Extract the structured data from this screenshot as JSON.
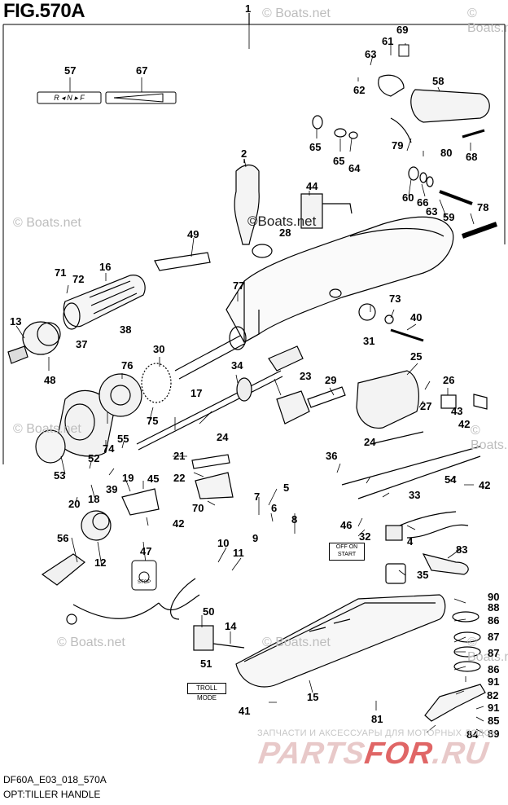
{
  "figure": {
    "title": "FIG.570A",
    "model_code": "DF60A_E03_018_570A",
    "option": "OPT:TILLER HANDLE"
  },
  "watermarks": {
    "repeat": "© Boats.net",
    "center": "©Boats.net"
  },
  "labels": {
    "shift_plate": "R ◂ N ▸ F",
    "troll_mode": "TROLL MODE",
    "switch_plate": "OFF ON START",
    "stop": "STOP"
  },
  "advert": {
    "tagline": "ЗАПЧАСТИ И АКСЕССУАРЫ ДЛЯ МОТОРНЫХ ЛОДОК",
    "logo_left": "PARTS",
    "logo_mid": "FOR",
    "logo_right": ".RU"
  },
  "callouts": [
    {
      "id": "c1",
      "text": "1"
    },
    {
      "id": "c2",
      "text": "2"
    },
    {
      "id": "c4",
      "text": "4"
    },
    {
      "id": "c5",
      "text": "5"
    },
    {
      "id": "c6",
      "text": "6"
    },
    {
      "id": "c7",
      "text": "7"
    },
    {
      "id": "c8",
      "text": "8"
    },
    {
      "id": "c9",
      "text": "9"
    },
    {
      "id": "c10",
      "text": "10"
    },
    {
      "id": "c11",
      "text": "11"
    },
    {
      "id": "c12",
      "text": "12"
    },
    {
      "id": "c13",
      "text": "13"
    },
    {
      "id": "c14",
      "text": "14"
    },
    {
      "id": "c15",
      "text": "15"
    },
    {
      "id": "c16",
      "text": "16"
    },
    {
      "id": "c17",
      "text": "17"
    },
    {
      "id": "c18",
      "text": "18"
    },
    {
      "id": "c19",
      "text": "19"
    },
    {
      "id": "c20",
      "text": "20"
    },
    {
      "id": "c21",
      "text": "21"
    },
    {
      "id": "c22",
      "text": "22"
    },
    {
      "id": "c23",
      "text": "23"
    },
    {
      "id": "c24a",
      "text": "24"
    },
    {
      "id": "c24b",
      "text": "24"
    },
    {
      "id": "c25",
      "text": "25"
    },
    {
      "id": "c26",
      "text": "26"
    },
    {
      "id": "c27",
      "text": "27"
    },
    {
      "id": "c28",
      "text": "28"
    },
    {
      "id": "c29",
      "text": "29"
    },
    {
      "id": "c30",
      "text": "30"
    },
    {
      "id": "c31",
      "text": "31"
    },
    {
      "id": "c32",
      "text": "32"
    },
    {
      "id": "c33",
      "text": "33"
    },
    {
      "id": "c34",
      "text": "34"
    },
    {
      "id": "c35",
      "text": "35"
    },
    {
      "id": "c36",
      "text": "36"
    },
    {
      "id": "c37",
      "text": "37"
    },
    {
      "id": "c38",
      "text": "38"
    },
    {
      "id": "c39",
      "text": "39"
    },
    {
      "id": "c40",
      "text": "40"
    },
    {
      "id": "c41",
      "text": "41"
    },
    {
      "id": "c42a",
      "text": "42"
    },
    {
      "id": "c42b",
      "text": "42"
    },
    {
      "id": "c42c",
      "text": "42"
    },
    {
      "id": "c43",
      "text": "43"
    },
    {
      "id": "c44",
      "text": "44"
    },
    {
      "id": "c45",
      "text": "45"
    },
    {
      "id": "c46",
      "text": "46"
    },
    {
      "id": "c47",
      "text": "47"
    },
    {
      "id": "c48",
      "text": "48"
    },
    {
      "id": "c49",
      "text": "49"
    },
    {
      "id": "c50",
      "text": "50"
    },
    {
      "id": "c51",
      "text": "51"
    },
    {
      "id": "c52",
      "text": "52"
    },
    {
      "id": "c53",
      "text": "53"
    },
    {
      "id": "c54",
      "text": "54"
    },
    {
      "id": "c55",
      "text": "55"
    },
    {
      "id": "c56",
      "text": "56"
    },
    {
      "id": "c57",
      "text": "57"
    },
    {
      "id": "c58",
      "text": "58"
    },
    {
      "id": "c59",
      "text": "59"
    },
    {
      "id": "c60",
      "text": "60"
    },
    {
      "id": "c61",
      "text": "61"
    },
    {
      "id": "c62",
      "text": "62"
    },
    {
      "id": "c63a",
      "text": "63"
    },
    {
      "id": "c63b",
      "text": "63"
    },
    {
      "id": "c64",
      "text": "64"
    },
    {
      "id": "c65a",
      "text": "65"
    },
    {
      "id": "c65b",
      "text": "65"
    },
    {
      "id": "c66",
      "text": "66"
    },
    {
      "id": "c67",
      "text": "67"
    },
    {
      "id": "c68",
      "text": "68"
    },
    {
      "id": "c69",
      "text": "69"
    },
    {
      "id": "c70",
      "text": "70"
    },
    {
      "id": "c71",
      "text": "71"
    },
    {
      "id": "c72",
      "text": "72"
    },
    {
      "id": "c73",
      "text": "73"
    },
    {
      "id": "c74",
      "text": "74"
    },
    {
      "id": "c75",
      "text": "75"
    },
    {
      "id": "c76",
      "text": "76"
    },
    {
      "id": "c77",
      "text": "77"
    },
    {
      "id": "c78",
      "text": "78"
    },
    {
      "id": "c79",
      "text": "79"
    },
    {
      "id": "c80",
      "text": "80"
    },
    {
      "id": "c81",
      "text": "81"
    },
    {
      "id": "c82",
      "text": "82"
    },
    {
      "id": "c83",
      "text": "83"
    },
    {
      "id": "c84",
      "text": "84"
    },
    {
      "id": "c85",
      "text": "85"
    },
    {
      "id": "c86a",
      "text": "86"
    },
    {
      "id": "c86b",
      "text": "86"
    },
    {
      "id": "c87a",
      "text": "87"
    },
    {
      "id": "c87b",
      "text": "87"
    },
    {
      "id": "c88",
      "text": "88"
    },
    {
      "id": "c89",
      "text": "89"
    },
    {
      "id": "c90",
      "text": "90"
    },
    {
      "id": "c91a",
      "text": "91"
    },
    {
      "id": "c91b",
      "text": "91"
    }
  ]
}
